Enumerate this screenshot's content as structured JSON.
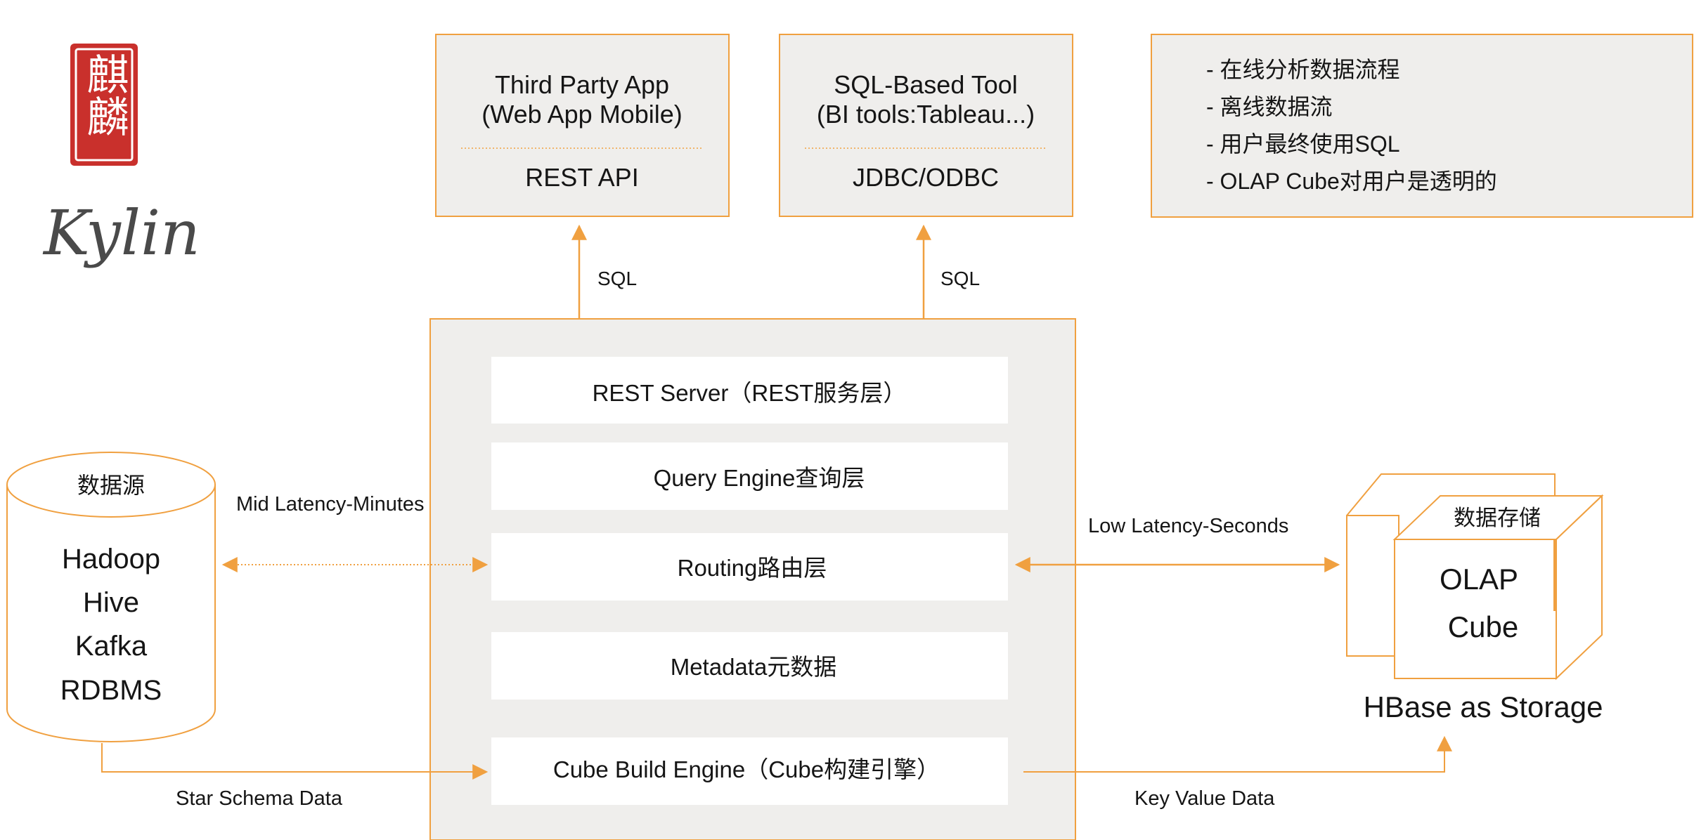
{
  "logo": {
    "seal_text": "麒麟",
    "wordmark": "Kylin"
  },
  "clients": [
    {
      "title_line1": "Third Party App",
      "title_line2": "(Web App Mobile)",
      "interface": "REST API"
    },
    {
      "title_line1": "SQL-Based Tool",
      "title_line2": "(BI tools:Tableau...)",
      "interface": "JDBC/ODBC"
    }
  ],
  "notes": [
    "- 在线分析数据流程",
    "- 离线数据流",
    "- 用户最终使用SQL",
    "- OLAP Cube对用户是透明的"
  ],
  "sql_labels": [
    "SQL",
    "SQL"
  ],
  "layers": [
    "REST Server（REST服务层）",
    "Query Engine查询层",
    "Routing路由层",
    "Metadata元数据",
    "Cube Build Engine（Cube构建引擎）"
  ],
  "datasource": {
    "title": "数据源",
    "items": [
      "Hadoop",
      "Hive",
      "Kafka",
      "RDBMS"
    ]
  },
  "storage": {
    "cube_label": "数据存储",
    "cube_line1": "OLAP",
    "cube_line2": "Cube",
    "caption": "HBase as Storage"
  },
  "edge_labels": {
    "mid_latency": "Mid Latency-Minutes",
    "low_latency": "Low Latency-Seconds",
    "star_schema": "Star Schema Data",
    "key_value": "Key Value Data"
  },
  "colors": {
    "accent": "#f0a040",
    "box_fill": "#efeeec",
    "layer_fill": "#ffffff",
    "seal": "#c9302c"
  }
}
